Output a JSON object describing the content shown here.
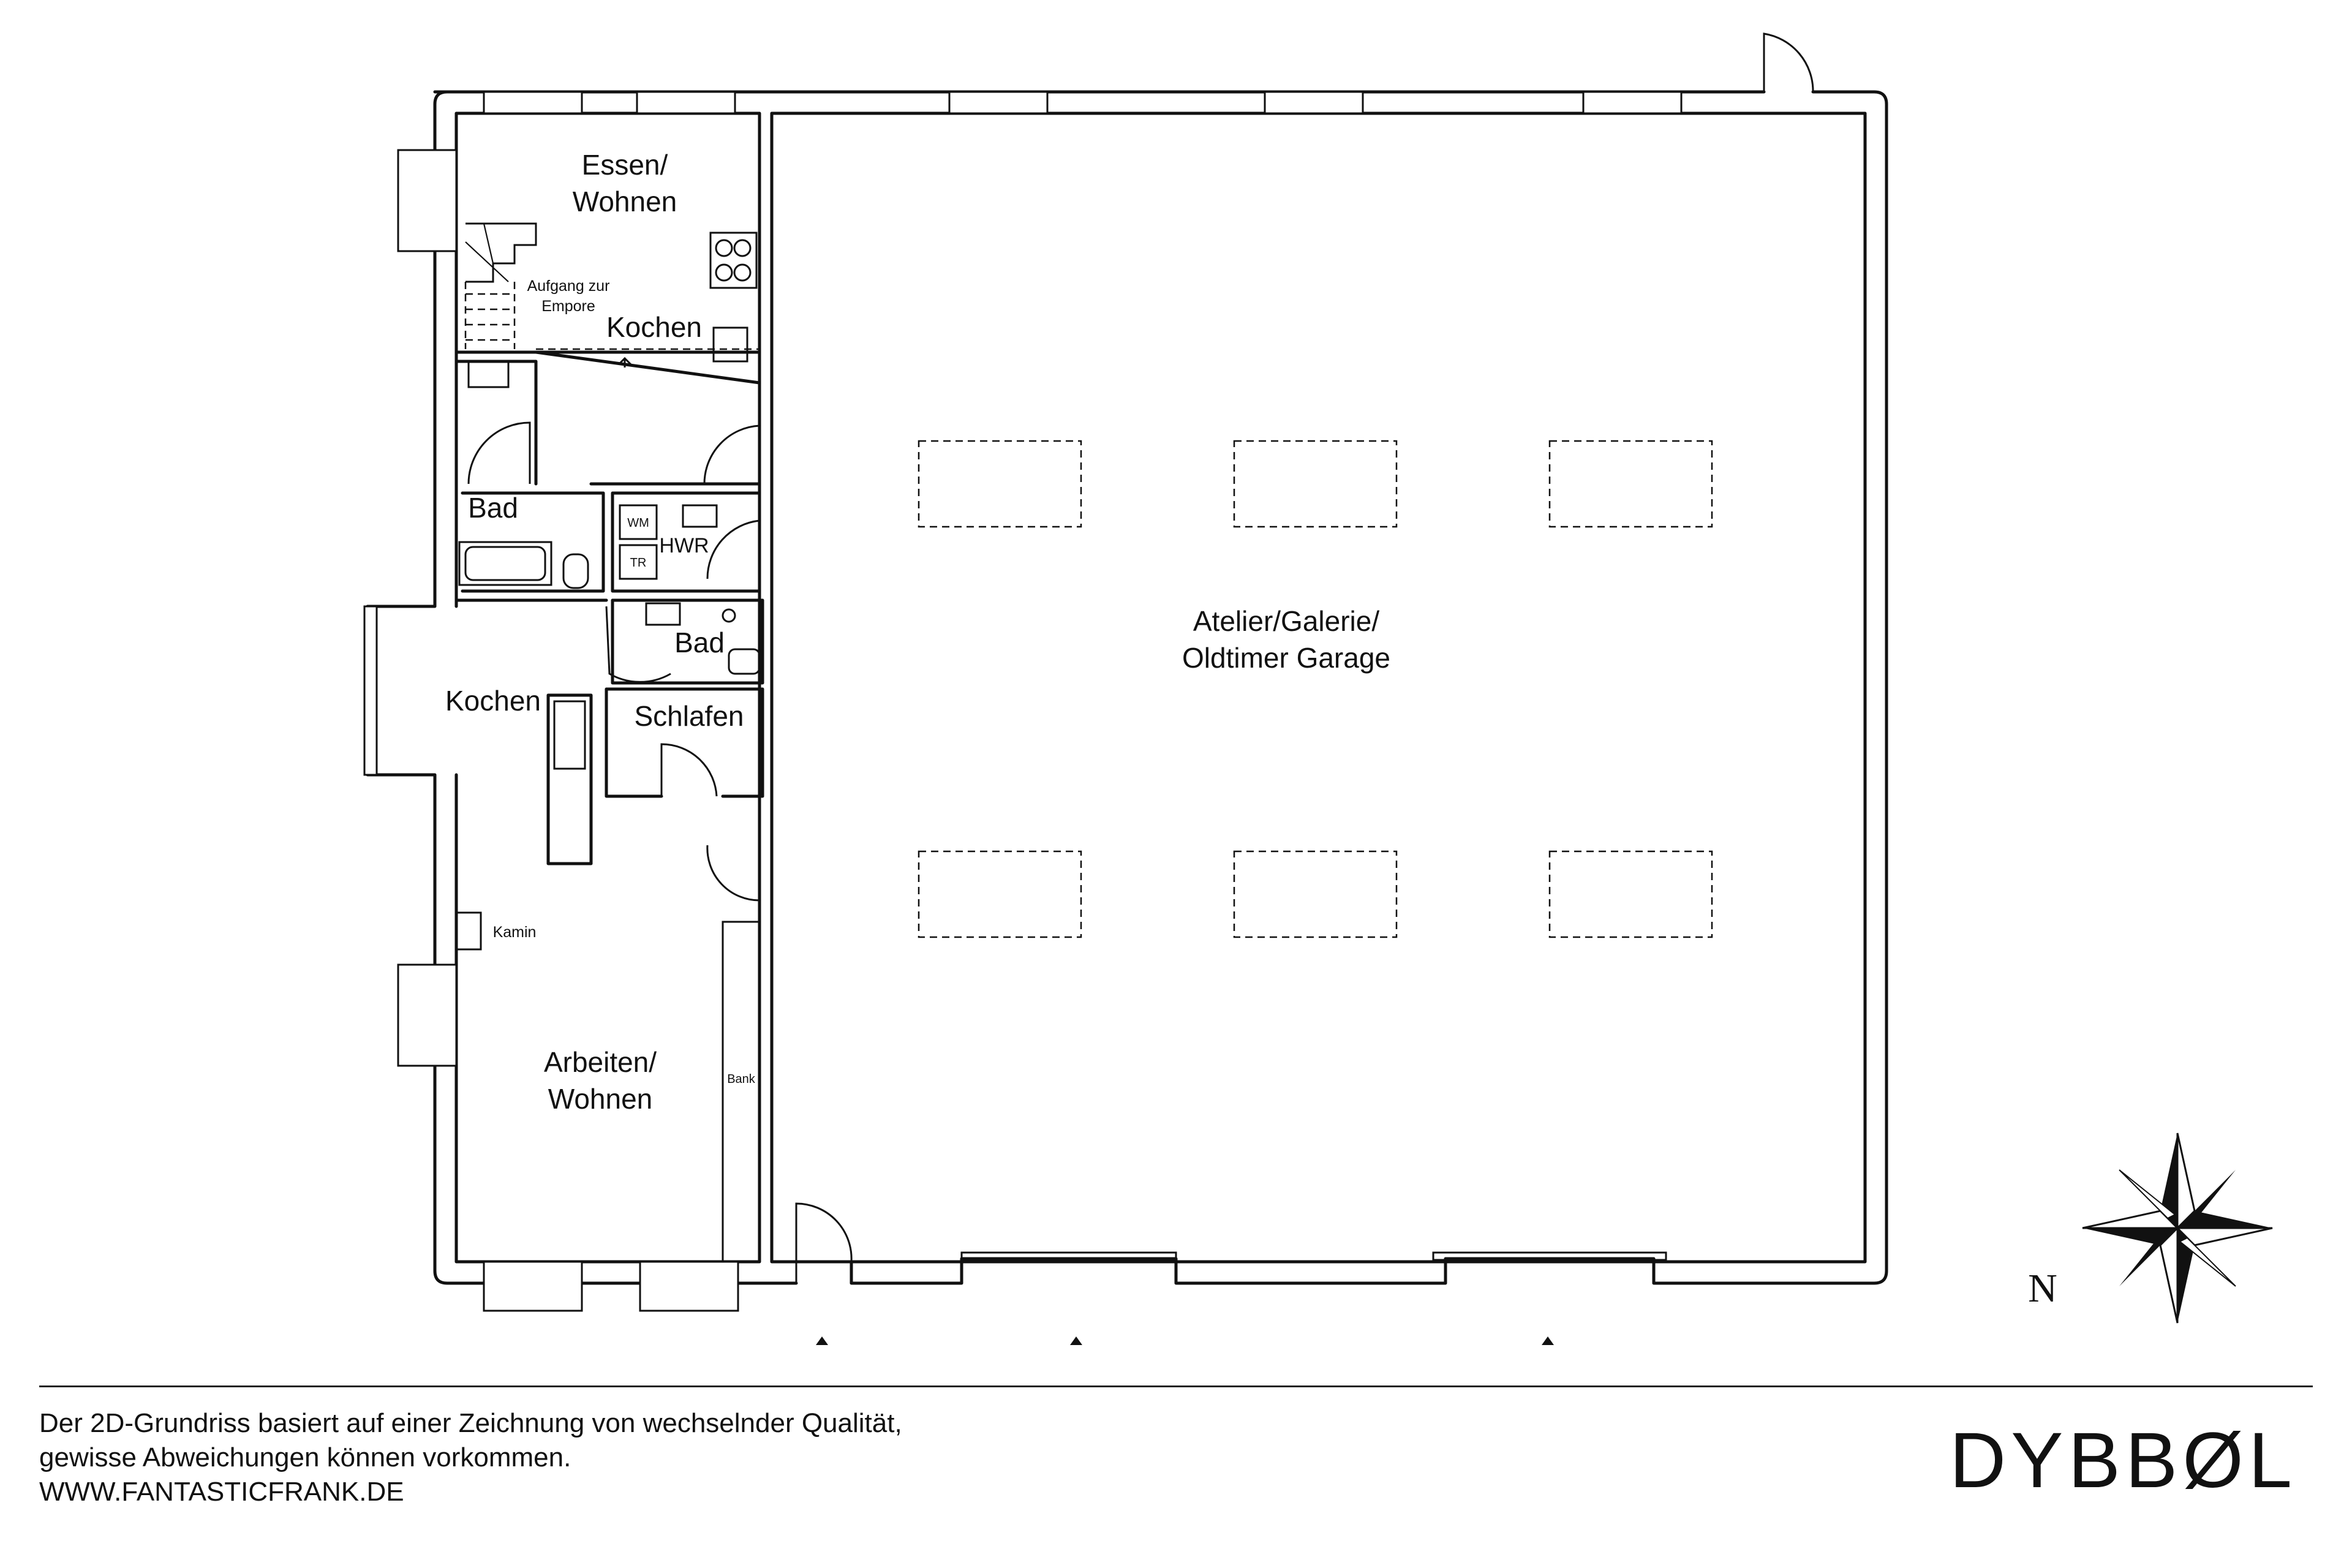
{
  "floorplan": {
    "rooms": {
      "essen_wohnen": [
        "Essen/",
        "Wohnen"
      ],
      "aufgang": [
        "Aufgang zur",
        "Empore"
      ],
      "kochen_top": "Kochen",
      "bad_top": "Bad",
      "hwr": "HWR",
      "wm": "WM",
      "tr": "TR",
      "bad_mid": "Bad",
      "kochen_mid": "Kochen",
      "schlafen": "Schlafen",
      "kamin": "Kamin",
      "arbeiten_wohnen": [
        "Arbeiten/",
        "Wohnen"
      ],
      "bank": "Bank",
      "atelier": [
        "Atelier/Galerie/",
        "Oldtimer Garage"
      ]
    },
    "compass": {
      "north_label": "N"
    }
  },
  "footer": {
    "disclaimer_lines": [
      "Der 2D-Grundriss basiert auf einer Zeichnung von wechselnder Qualität,",
      "gewisse Abweichungen können vorkommen.",
      "WWW.FANTASTICFRANK.DE"
    ],
    "brand": "DYBBØL"
  }
}
